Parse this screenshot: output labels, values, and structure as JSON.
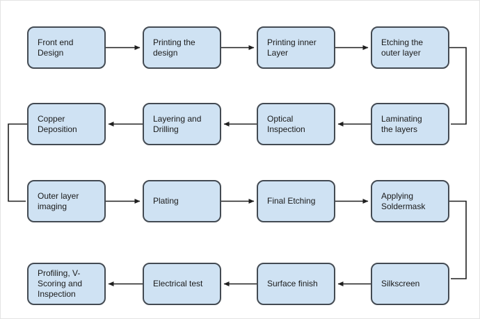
{
  "diagram": {
    "type": "flowchart",
    "colors": {
      "node_fill": "#cfe2f3",
      "node_border": "#434a52",
      "arrow": "#1f1f1f",
      "background": "#ffffff",
      "text": "#1a1a1a"
    },
    "nodes": [
      {
        "id": "front-end-design",
        "label": "Front end\nDesign"
      },
      {
        "id": "printing-the-design",
        "label": "Printing the\ndesign"
      },
      {
        "id": "printing-inner-layer",
        "label": "Printing inner\nLayer"
      },
      {
        "id": "etching-outer-layer",
        "label": "Etching the\nouter layer"
      },
      {
        "id": "laminating-layers",
        "label": "Laminating\nthe layers"
      },
      {
        "id": "optical-inspection",
        "label": "Optical\nInspection"
      },
      {
        "id": "layering-drilling",
        "label": "Layering and\nDrilling"
      },
      {
        "id": "copper-deposition",
        "label": "Copper\nDeposition"
      },
      {
        "id": "outer-layer-imaging",
        "label": "Outer layer\nimaging"
      },
      {
        "id": "plating",
        "label": "Plating"
      },
      {
        "id": "final-etching",
        "label": "Final Etching"
      },
      {
        "id": "applying-soldermask",
        "label": "Applying\nSoldermask"
      },
      {
        "id": "silkscreen",
        "label": "Silkscreen"
      },
      {
        "id": "surface-finish",
        "label": "Surface finish"
      },
      {
        "id": "electrical-test",
        "label": "Electrical test"
      },
      {
        "id": "profiling-vscoring",
        "label": "Profiling, V-\nScoring and\nInspection"
      }
    ],
    "edges": [
      {
        "from": "front-end-design",
        "to": "printing-the-design",
        "style": "straight-arrow"
      },
      {
        "from": "printing-the-design",
        "to": "printing-inner-layer",
        "style": "straight-arrow"
      },
      {
        "from": "printing-inner-layer",
        "to": "etching-outer-layer",
        "style": "straight-arrow"
      },
      {
        "from": "etching-outer-layer",
        "to": "laminating-layers",
        "style": "elbow-right-no-arrowhead"
      },
      {
        "from": "laminating-layers",
        "to": "optical-inspection",
        "style": "straight-arrow"
      },
      {
        "from": "optical-inspection",
        "to": "layering-drilling",
        "style": "straight-arrow"
      },
      {
        "from": "layering-drilling",
        "to": "copper-deposition",
        "style": "straight-arrow"
      },
      {
        "from": "copper-deposition",
        "to": "outer-layer-imaging",
        "style": "elbow-left-no-arrowhead"
      },
      {
        "from": "outer-layer-imaging",
        "to": "plating",
        "style": "straight-arrow"
      },
      {
        "from": "plating",
        "to": "final-etching",
        "style": "straight-arrow"
      },
      {
        "from": "final-etching",
        "to": "applying-soldermask",
        "style": "straight-arrow"
      },
      {
        "from": "applying-soldermask",
        "to": "silkscreen",
        "style": "elbow-right-no-arrowhead"
      },
      {
        "from": "silkscreen",
        "to": "surface-finish",
        "style": "straight-arrow"
      },
      {
        "from": "surface-finish",
        "to": "electrical-test",
        "style": "straight-arrow"
      },
      {
        "from": "electrical-test",
        "to": "profiling-vscoring",
        "style": "straight-arrow"
      }
    ]
  }
}
